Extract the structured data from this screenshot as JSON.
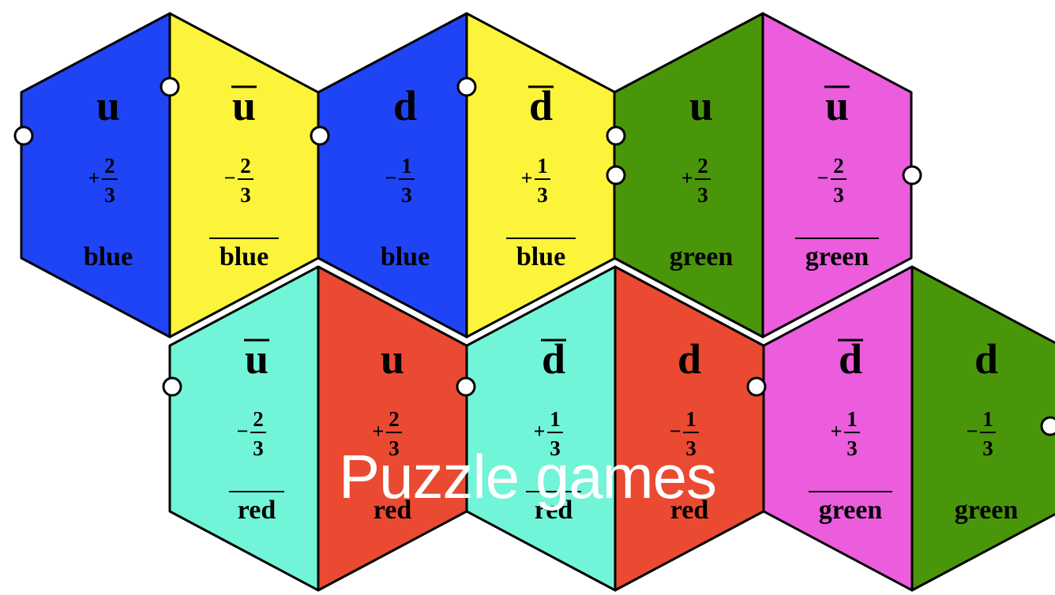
{
  "overlay_title": "Puzzle games",
  "colors": {
    "blue": "#1f44f5",
    "yellow": "#fbf43a",
    "green": "#4a960b",
    "pink": "#eb5ddc",
    "cyan": "#72f4d8",
    "red": "#ea4a31"
  },
  "tiles": [
    {
      "flavor": "u",
      "anti": false,
      "sign": "+",
      "num": "2",
      "den": "3",
      "color_label": "blue",
      "color_anti": false,
      "fill": "blue"
    },
    {
      "flavor": "u",
      "anti": true,
      "sign": "−",
      "num": "2",
      "den": "3",
      "color_label": "blue",
      "color_anti": true,
      "fill": "yellow"
    },
    {
      "flavor": "d",
      "anti": false,
      "sign": "−",
      "num": "1",
      "den": "3",
      "color_label": "blue",
      "color_anti": false,
      "fill": "blue"
    },
    {
      "flavor": "d",
      "anti": true,
      "sign": "+",
      "num": "1",
      "den": "3",
      "color_label": "blue",
      "color_anti": true,
      "fill": "yellow"
    },
    {
      "flavor": "u",
      "anti": false,
      "sign": "+",
      "num": "2",
      "den": "3",
      "color_label": "green",
      "color_anti": false,
      "fill": "green"
    },
    {
      "flavor": "u",
      "anti": true,
      "sign": "−",
      "num": "2",
      "den": "3",
      "color_label": "green",
      "color_anti": true,
      "fill": "pink"
    },
    {
      "flavor": "u",
      "anti": true,
      "sign": "−",
      "num": "2",
      "den": "3",
      "color_label": "red",
      "color_anti": true,
      "fill": "cyan"
    },
    {
      "flavor": "u",
      "anti": false,
      "sign": "+",
      "num": "2",
      "den": "3",
      "color_label": "red",
      "color_anti": false,
      "fill": "red"
    },
    {
      "flavor": "d",
      "anti": true,
      "sign": "+",
      "num": "1",
      "den": "3",
      "color_label": "red",
      "color_anti": true,
      "fill": "cyan"
    },
    {
      "flavor": "d",
      "anti": false,
      "sign": "−",
      "num": "1",
      "den": "3",
      "color_label": "red",
      "color_anti": false,
      "fill": "red"
    },
    {
      "flavor": "d",
      "anti": true,
      "sign": "+",
      "num": "1",
      "den": "3",
      "color_label": "green",
      "color_anti": true,
      "fill": "pink"
    },
    {
      "flavor": "d",
      "anti": false,
      "sign": "−",
      "num": "1",
      "den": "3",
      "color_label": "green",
      "color_anti": false,
      "fill": "green"
    }
  ]
}
